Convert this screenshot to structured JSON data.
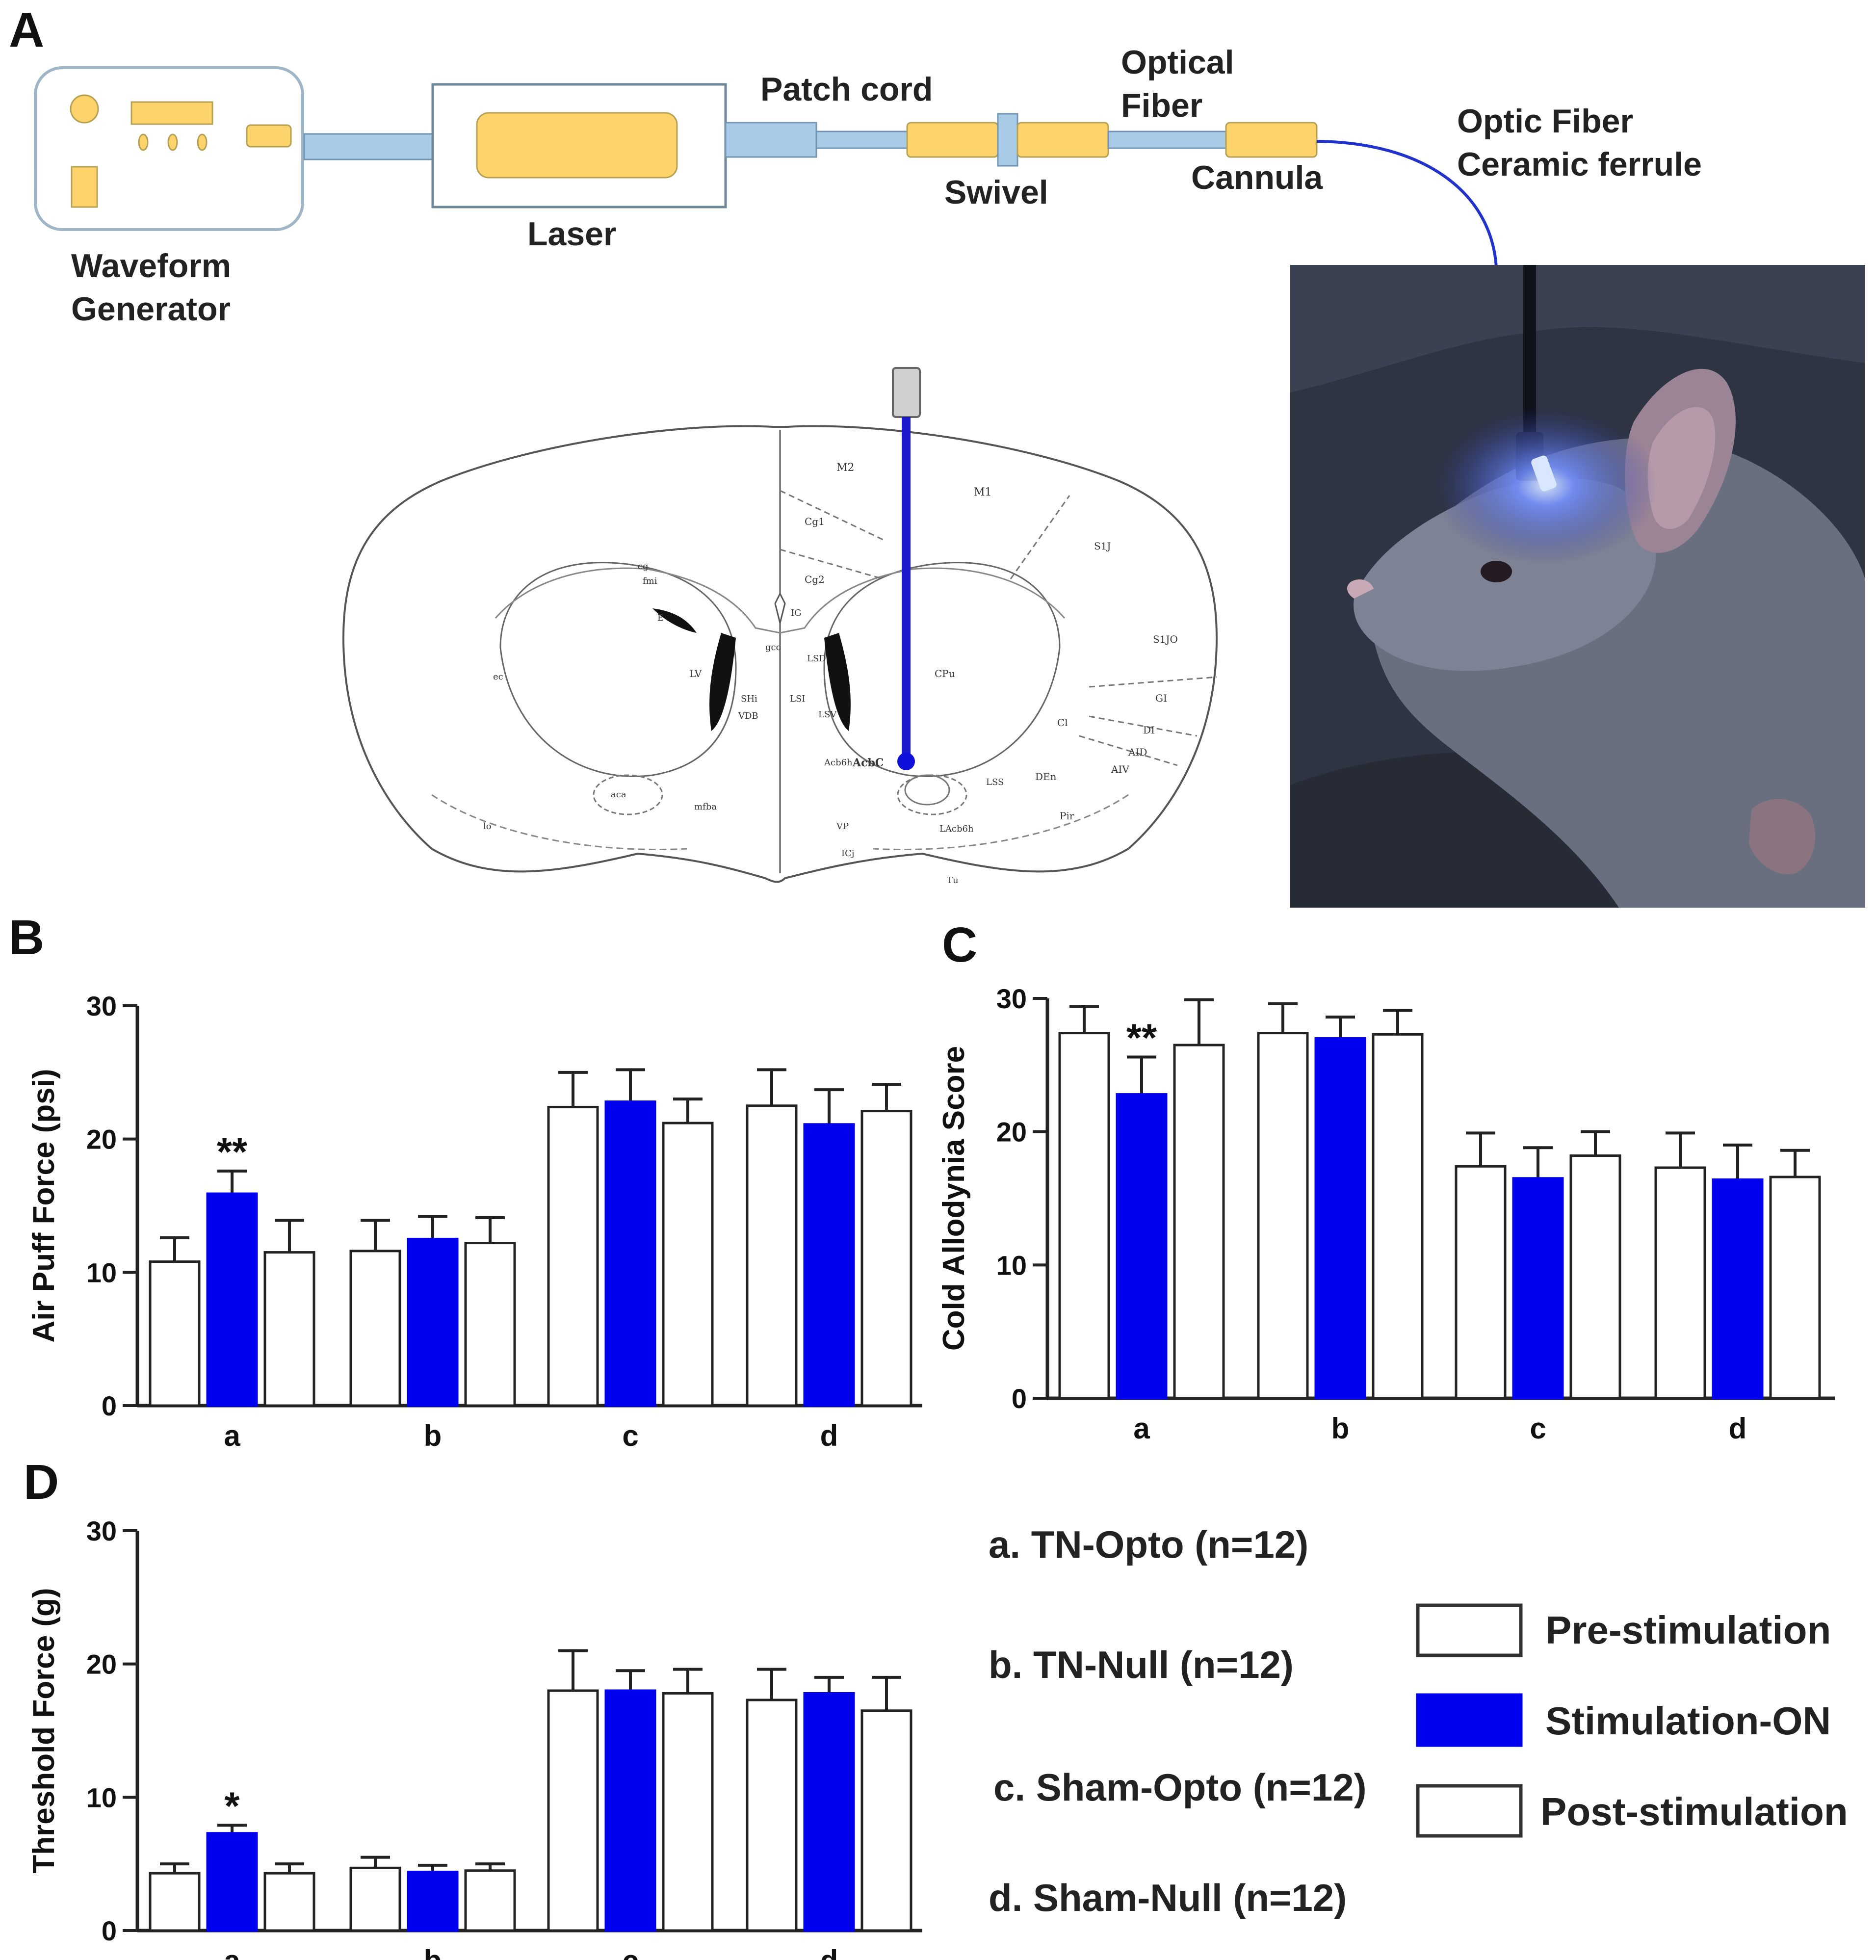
{
  "panels": {
    "A": "A",
    "B": "B",
    "C": "C",
    "D": "D"
  },
  "setup": {
    "waveform_generator": [
      "Waveform",
      "Generator"
    ],
    "laser": "Laser",
    "patch_cord": "Patch cord",
    "swivel": "Swivel",
    "optical_fiber": [
      "Optical",
      "Fiber"
    ],
    "cannula": "Cannula",
    "optic_ferrule": [
      "Optic Fiber",
      "Ceramic ferrule"
    ]
  },
  "brain_labels": [
    "M2",
    "M1",
    "Cg1",
    "Cg2",
    "S1J",
    "S1JO",
    "GI",
    "DI",
    "AID",
    "AIV",
    "Cl",
    "DEn",
    "Pir",
    "CPu",
    "LV",
    "LSD",
    "LSI",
    "LSV",
    "SHi",
    "VDB",
    "Acb6h",
    "LAcb6h",
    "LSS",
    "VP",
    "ICj",
    "Tu",
    "E",
    "cg",
    "fmi",
    "gcc",
    "IG",
    "aca",
    "mfba",
    "lo",
    "ec",
    "AcbC"
  ],
  "colors": {
    "stim": "#0000ee",
    "bar_white": "#ffffff",
    "axis": "#222222",
    "fiber_connector": "#a9cbe8",
    "component": "#fdd36b",
    "laser_dot": "#1010dd",
    "photo_bg": "#2e3441"
  },
  "legend": {
    "groups": [
      "a. TN-Opto (n=12)",
      "b. TN-Null (n=12)",
      "c. Sham-Opto (n=12)",
      "d. Sham-Null (n=12)"
    ],
    "conditions": [
      "Pre-stimulation",
      "Stimulation-ON",
      "Post-stimulation"
    ]
  },
  "chart_data": [
    {
      "panel": "B",
      "type": "bar",
      "ylabel": "Air Puff Force (psi)",
      "categories": [
        "a",
        "b",
        "c",
        "d"
      ],
      "ylim": [
        0,
        30
      ],
      "yticks": [
        0,
        10,
        20,
        30
      ],
      "series": [
        {
          "name": "Pre-stimulation",
          "values": [
            10.8,
            11.6,
            22.4,
            22.5
          ],
          "errors": [
            1.8,
            2.3,
            2.6,
            2.7
          ]
        },
        {
          "name": "Stimulation-ON",
          "values": [
            15.9,
            12.5,
            22.8,
            21.1
          ],
          "errors": [
            1.7,
            1.7,
            2.4,
            2.6
          ]
        },
        {
          "name": "Post-stimulation",
          "values": [
            11.5,
            12.2,
            21.2,
            22.1
          ],
          "errors": [
            2.4,
            1.9,
            1.8,
            2.0
          ]
        }
      ],
      "annotations": [
        {
          "category": "a",
          "series": "Stimulation-ON",
          "text": "**"
        }
      ]
    },
    {
      "panel": "C",
      "type": "bar",
      "ylabel": "Cold Allodynia Score",
      "categories": [
        "a",
        "b",
        "c",
        "d"
      ],
      "ylim": [
        0,
        30
      ],
      "yticks": [
        0,
        10,
        20,
        30
      ],
      "series": [
        {
          "name": "Pre-stimulation",
          "values": [
            27.4,
            27.4,
            17.4,
            17.3
          ],
          "errors": [
            2.0,
            2.2,
            2.5,
            2.6
          ]
        },
        {
          "name": "Stimulation-ON",
          "values": [
            22.8,
            27.0,
            16.5,
            16.4
          ],
          "errors": [
            2.8,
            1.6,
            2.3,
            2.6
          ]
        },
        {
          "name": "Post-stimulation",
          "values": [
            26.5,
            27.3,
            18.2,
            16.6
          ],
          "errors": [
            3.4,
            1.8,
            1.8,
            2.0
          ]
        }
      ],
      "annotations": [
        {
          "category": "a",
          "series": "Stimulation-ON",
          "text": "**"
        }
      ]
    },
    {
      "panel": "D",
      "type": "bar",
      "ylabel": "Threshold Force (g)",
      "categories": [
        "a",
        "b",
        "c",
        "d"
      ],
      "ylim": [
        0,
        30
      ],
      "yticks": [
        0,
        10,
        20,
        30
      ],
      "series": [
        {
          "name": "Pre-stimulation",
          "values": [
            4.3,
            4.7,
            18.0,
            17.3
          ],
          "errors": [
            0.7,
            0.8,
            3.0,
            2.3
          ]
        },
        {
          "name": "Stimulation-ON",
          "values": [
            7.3,
            4.4,
            18.0,
            17.8
          ],
          "errors": [
            0.6,
            0.5,
            1.5,
            1.2
          ]
        },
        {
          "name": "Post-stimulation",
          "values": [
            4.3,
            4.5,
            17.8,
            16.5
          ],
          "errors": [
            0.7,
            0.5,
            1.8,
            2.5
          ]
        }
      ],
      "annotations": [
        {
          "category": "a",
          "series": "Stimulation-ON",
          "text": "*"
        }
      ]
    }
  ]
}
